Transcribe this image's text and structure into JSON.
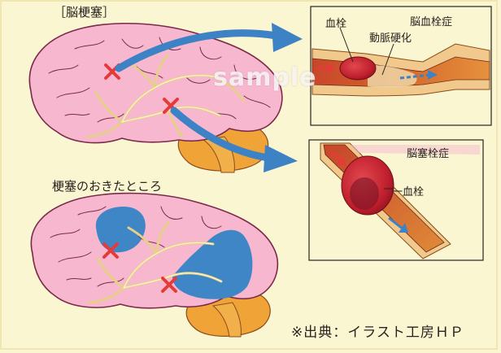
{
  "title": "［脳梗塞］",
  "subtitle": "梗塞のおきたところ",
  "watermark": "sample",
  "credit": "※出典：イラスト工房ＨＰ",
  "inset_thrombosis": {
    "title": "脳血栓症",
    "thrombus_label": "血栓",
    "atherosclerosis_label": "動脈硬化"
  },
  "inset_embolism": {
    "title": "脳塞栓症",
    "embolus_label": "一血栓"
  },
  "colors": {
    "background": "#fbf6d2",
    "brain": "#f7b8cf",
    "brain_outline": "#7a2a4a",
    "vessel": "#f4e6a6",
    "infarct": "#3f86c6",
    "marker": "#e53a3a",
    "cerebellum": "#f0a437",
    "arrow": "#3d82c4",
    "artery_wall": "#f1c98c",
    "artery_lumen": "#d35a2a",
    "clot": "#c82130"
  }
}
